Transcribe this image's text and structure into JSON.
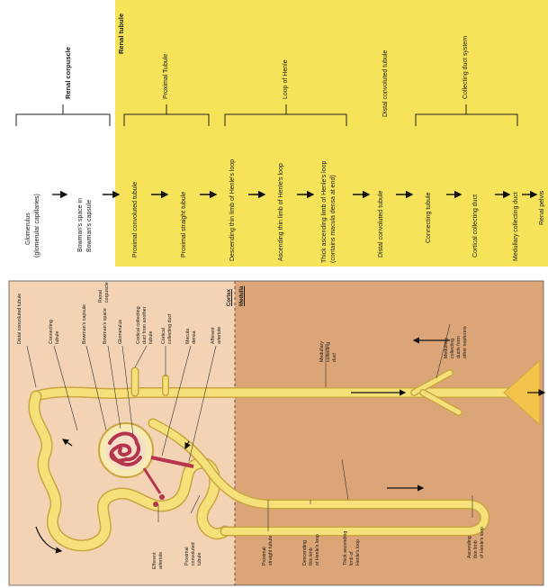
{
  "colors": {
    "flow_panel": "#f7e35a",
    "cortex": "#f3d3b3",
    "medulla": "#dca577",
    "tubule": "#f5e07a",
    "tubule_edge": "#c9a640",
    "glomerulus": "#b5354c",
    "arrow": "#111111"
  },
  "flow": {
    "headers": {
      "renal_corpuscle": "Renal corpuscle",
      "renal_tubule": "Renal tubule",
      "proximal_tubule": "Proximal Tubule",
      "loop_of_henle": "Loop of Henle",
      "distal_convoluted_tubule": "Distal convoluted tubule",
      "collecting_duct_system": "Collecting duct system"
    },
    "steps": {
      "glomerulus": "Glomerulus",
      "glomerulus_sub": "(glomerular capillaries)",
      "bowman_1": "Bowman's space in",
      "bowman_2": "Bowman's capsule",
      "pct": "Proximal convoluted tubule",
      "pst": "Proximal straight tubule",
      "dtl": "Descending thin limb of Henle's loop",
      "atl": "Ascending thin limb of Henle's loop",
      "tal_1": "Thick ascending limb of Henle's loop",
      "tal_2": "(contains macula densa at end)",
      "dct": "Distal convoluted tubule",
      "ct": "Connecting tubule",
      "ccd": "Cortical collecting duct",
      "mcd": "Medullary collecting duct",
      "pelvis": "Renal pelvis"
    }
  },
  "anatomy": {
    "zones": {
      "cortex": "Cortex",
      "medulla": "Medulla"
    },
    "labels": {
      "distal_convoluted_tubule": "Distal convoluted tubule",
      "connecting_tubule_1": "Connecting",
      "connecting_tubule_2": "tubule",
      "bowmans_capsule": "Bowman's capsule",
      "bowmans_space": "Bowman's space",
      "glomerulus": "Glomerulus",
      "renal_corpuscle_1": "Renal",
      "renal_corpuscle_2": "corpuscle",
      "ccd_other_1": "Cortical collecting",
      "ccd_other_2": "duct from another",
      "ccd_other_3": "tubule",
      "cortical_cd_1": "Cortical",
      "cortical_cd_2": "collecting duct",
      "macula_densa_1": "Macula",
      "macula_densa_2": "densa",
      "afferent_1": "Afferent",
      "afferent_2": "arteriole",
      "efferent_1": "Efferent",
      "efferent_2": "arteriole",
      "pct_1": "Proximal",
      "pct_2": "convoluted",
      "pct_3": "tubule",
      "pst_1": "Proximal",
      "pst_2": "straight tubule",
      "dtl_1": "Descending",
      "dtl_2": "thin limb",
      "dtl_3": "of Henle's loop",
      "tal_1": "Thick ascending",
      "tal_2": "limb of",
      "tal_3": "Henle's loop",
      "mcd_1": "Medullary",
      "mcd_2": "collecting",
      "mcd_3": "duct",
      "mcd_other_1": "Medullary",
      "mcd_other_2": "collecting",
      "mcd_other_3": "ducts from",
      "mcd_other_4": "other nephrons",
      "atl_1": "Ascending",
      "atl_2": "thin limb",
      "atl_3": "of Henle's loop"
    }
  }
}
